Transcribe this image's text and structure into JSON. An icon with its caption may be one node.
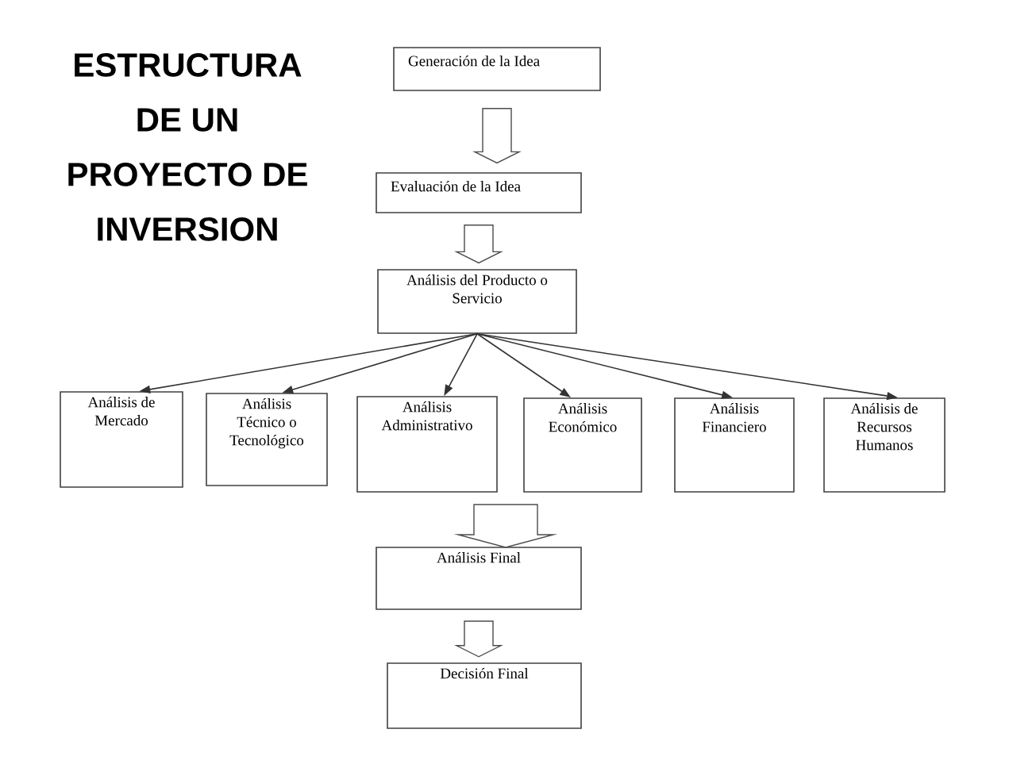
{
  "diagram": {
    "title": "ESTRUCTURA DE UN PROYECTO DE INVERSION",
    "nodes": [
      {
        "text": [
          "Generación de la Idea"
        ]
      },
      {
        "text": [
          "Evaluación de la Idea"
        ]
      },
      {
        "text": [
          "Análisis del Producto o Servicio"
        ]
      },
      {
        "text": [
          "Análisis de Mercado"
        ]
      },
      {
        "text": [
          "Análisis Técnico o Tecnológico"
        ]
      },
      {
        "text": [
          "Análisis Administrativo"
        ]
      },
      {
        "text": [
          "Análisis Económico"
        ]
      },
      {
        "text": [
          "Análisis Financiero"
        ]
      },
      {
        "text": [
          "Análisis de Recursos Humanos"
        ]
      },
      {
        "text": [
          "Análisis Final"
        ]
      },
      {
        "text": [
          "Decisión Final"
        ]
      }
    ],
    "edges": [
      {
        "from": 0,
        "to": 1,
        "arrow": "to"
      },
      {
        "from": 1,
        "to": 2,
        "arrow": "to"
      },
      {
        "from": 2,
        "to": 3,
        "arrow": "to"
      },
      {
        "from": 2,
        "to": 4,
        "arrow": "to"
      },
      {
        "from": 2,
        "to": 5,
        "arrow": "to"
      },
      {
        "from": 2,
        "to": 6,
        "arrow": "to"
      },
      {
        "from": 2,
        "to": 7,
        "arrow": "to"
      },
      {
        "from": 2,
        "to": 8,
        "arrow": "to"
      },
      {
        "from": null,
        "to": 9,
        "arrow": "to"
      },
      {
        "from": 9,
        "to": 10,
        "arrow": "to"
      }
    ]
  }
}
